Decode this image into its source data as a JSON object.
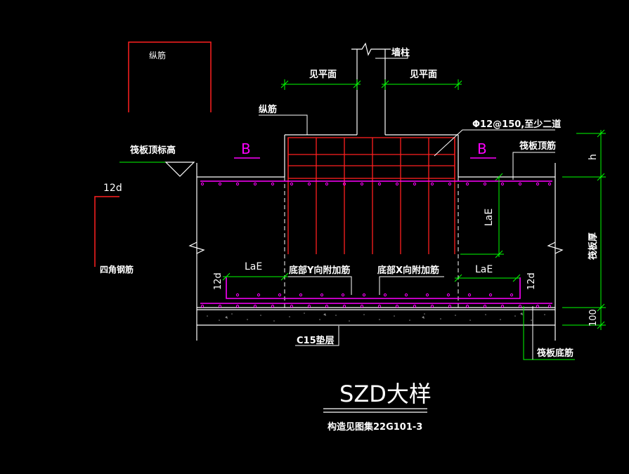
{
  "drawing": {
    "title": "SZD大样",
    "subtitle": "构造见图集22G101-3",
    "colors": {
      "background": "#000000",
      "rebar_red": "#ff2020",
      "rebar_magenta": "#ff00ff",
      "dimension_green": "#00ff00",
      "line_white": "#ffffff",
      "concrete_gray": "#8a8a8a"
    },
    "labels": {
      "zong_jin_top": "纵筋",
      "zong_jin": "纵筋",
      "raft_top_elev": "筏板顶标高",
      "twelve_d_left": "12d",
      "corner_rebar": "四角钢筋",
      "see_plan_left": "见平面",
      "see_plan_right": "见平面",
      "wall_column": "墙柱",
      "stirrup": "Φ12@150,至少二道",
      "raft_top_rebar": "筏板顶筋",
      "section_b_left": "B",
      "section_b_right": "B",
      "h": "h",
      "laE_vertical": "LaE",
      "raft_thickness": "筏板厚",
      "laE_left": "LaE",
      "laE_right": "LaE",
      "bottom_y_extra": "底部Y向附加筋",
      "bottom_x_extra": "底部X向附加筋",
      "twelve_d_bottom_left": "12d",
      "twelve_d_bottom_right": "12d",
      "hundred": "100",
      "c15_cushion": "C15垫层",
      "raft_bottom_rebar": "筏板底筋"
    }
  }
}
